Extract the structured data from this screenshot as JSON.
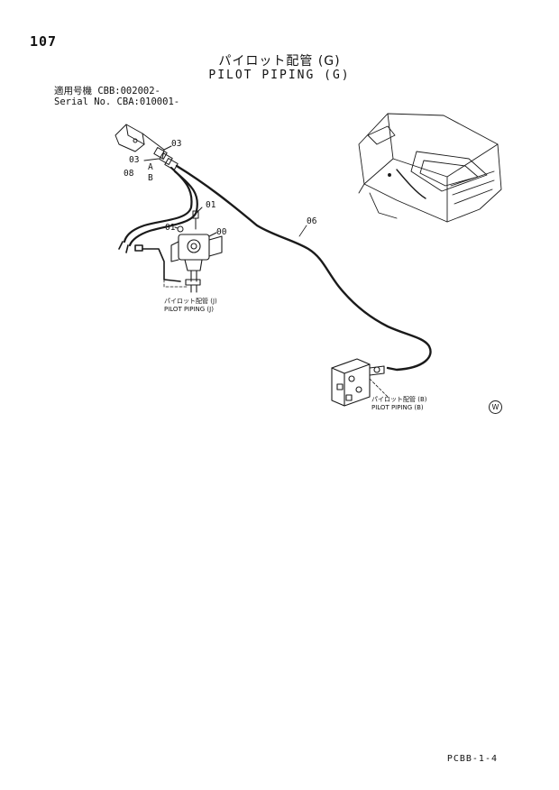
{
  "page": {
    "number": "107",
    "footer_code": "PCBB-1-4"
  },
  "title": {
    "japanese": "パイロット配管 (G)",
    "english": "PILOT PIPING (G)"
  },
  "serial": {
    "jp_label": "適用号機",
    "jp_value": "CBB:002002-",
    "en_label": "Serial No.",
    "en_value": "CBA:010001-"
  },
  "callouts": {
    "part_03_a": "03",
    "part_03_b": "03",
    "part_08": "08",
    "port_a": "A",
    "port_b": "B",
    "part_01_a": "01",
    "part_01_b": "01",
    "part_00": "00",
    "part_06": "06"
  },
  "references": {
    "j_jp": "パイロット配管 (J)",
    "j_en": "PILOT PIPING (J)",
    "b_jp": "パイロット配管 (B)",
    "b_en": "PILOT PIPING (B)"
  },
  "marker": "W"
}
